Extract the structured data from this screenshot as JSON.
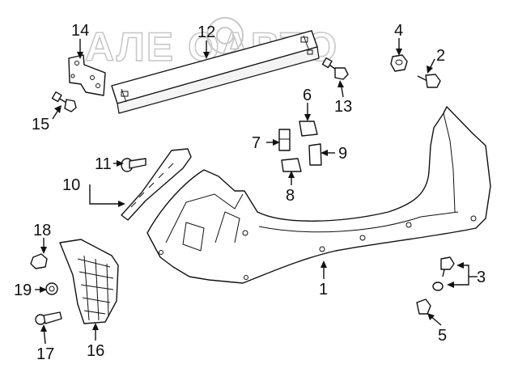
{
  "watermark": "АЛЕ ОАВТО",
  "callouts": {
    "c1": "1",
    "c2": "2",
    "c3": "3",
    "c4": "4",
    "c5": "5",
    "c6": "6",
    "c7": "7",
    "c8": "8",
    "c9": "9",
    "c10": "10",
    "c11": "11",
    "c12": "12",
    "c13": "13",
    "c14": "14",
    "c15": "15",
    "c16": "16",
    "c17": "17",
    "c18": "18",
    "c19": "19"
  },
  "colors": {
    "line": "#111111",
    "watermark": "#c8c8c8",
    "background": "#ffffff"
  }
}
